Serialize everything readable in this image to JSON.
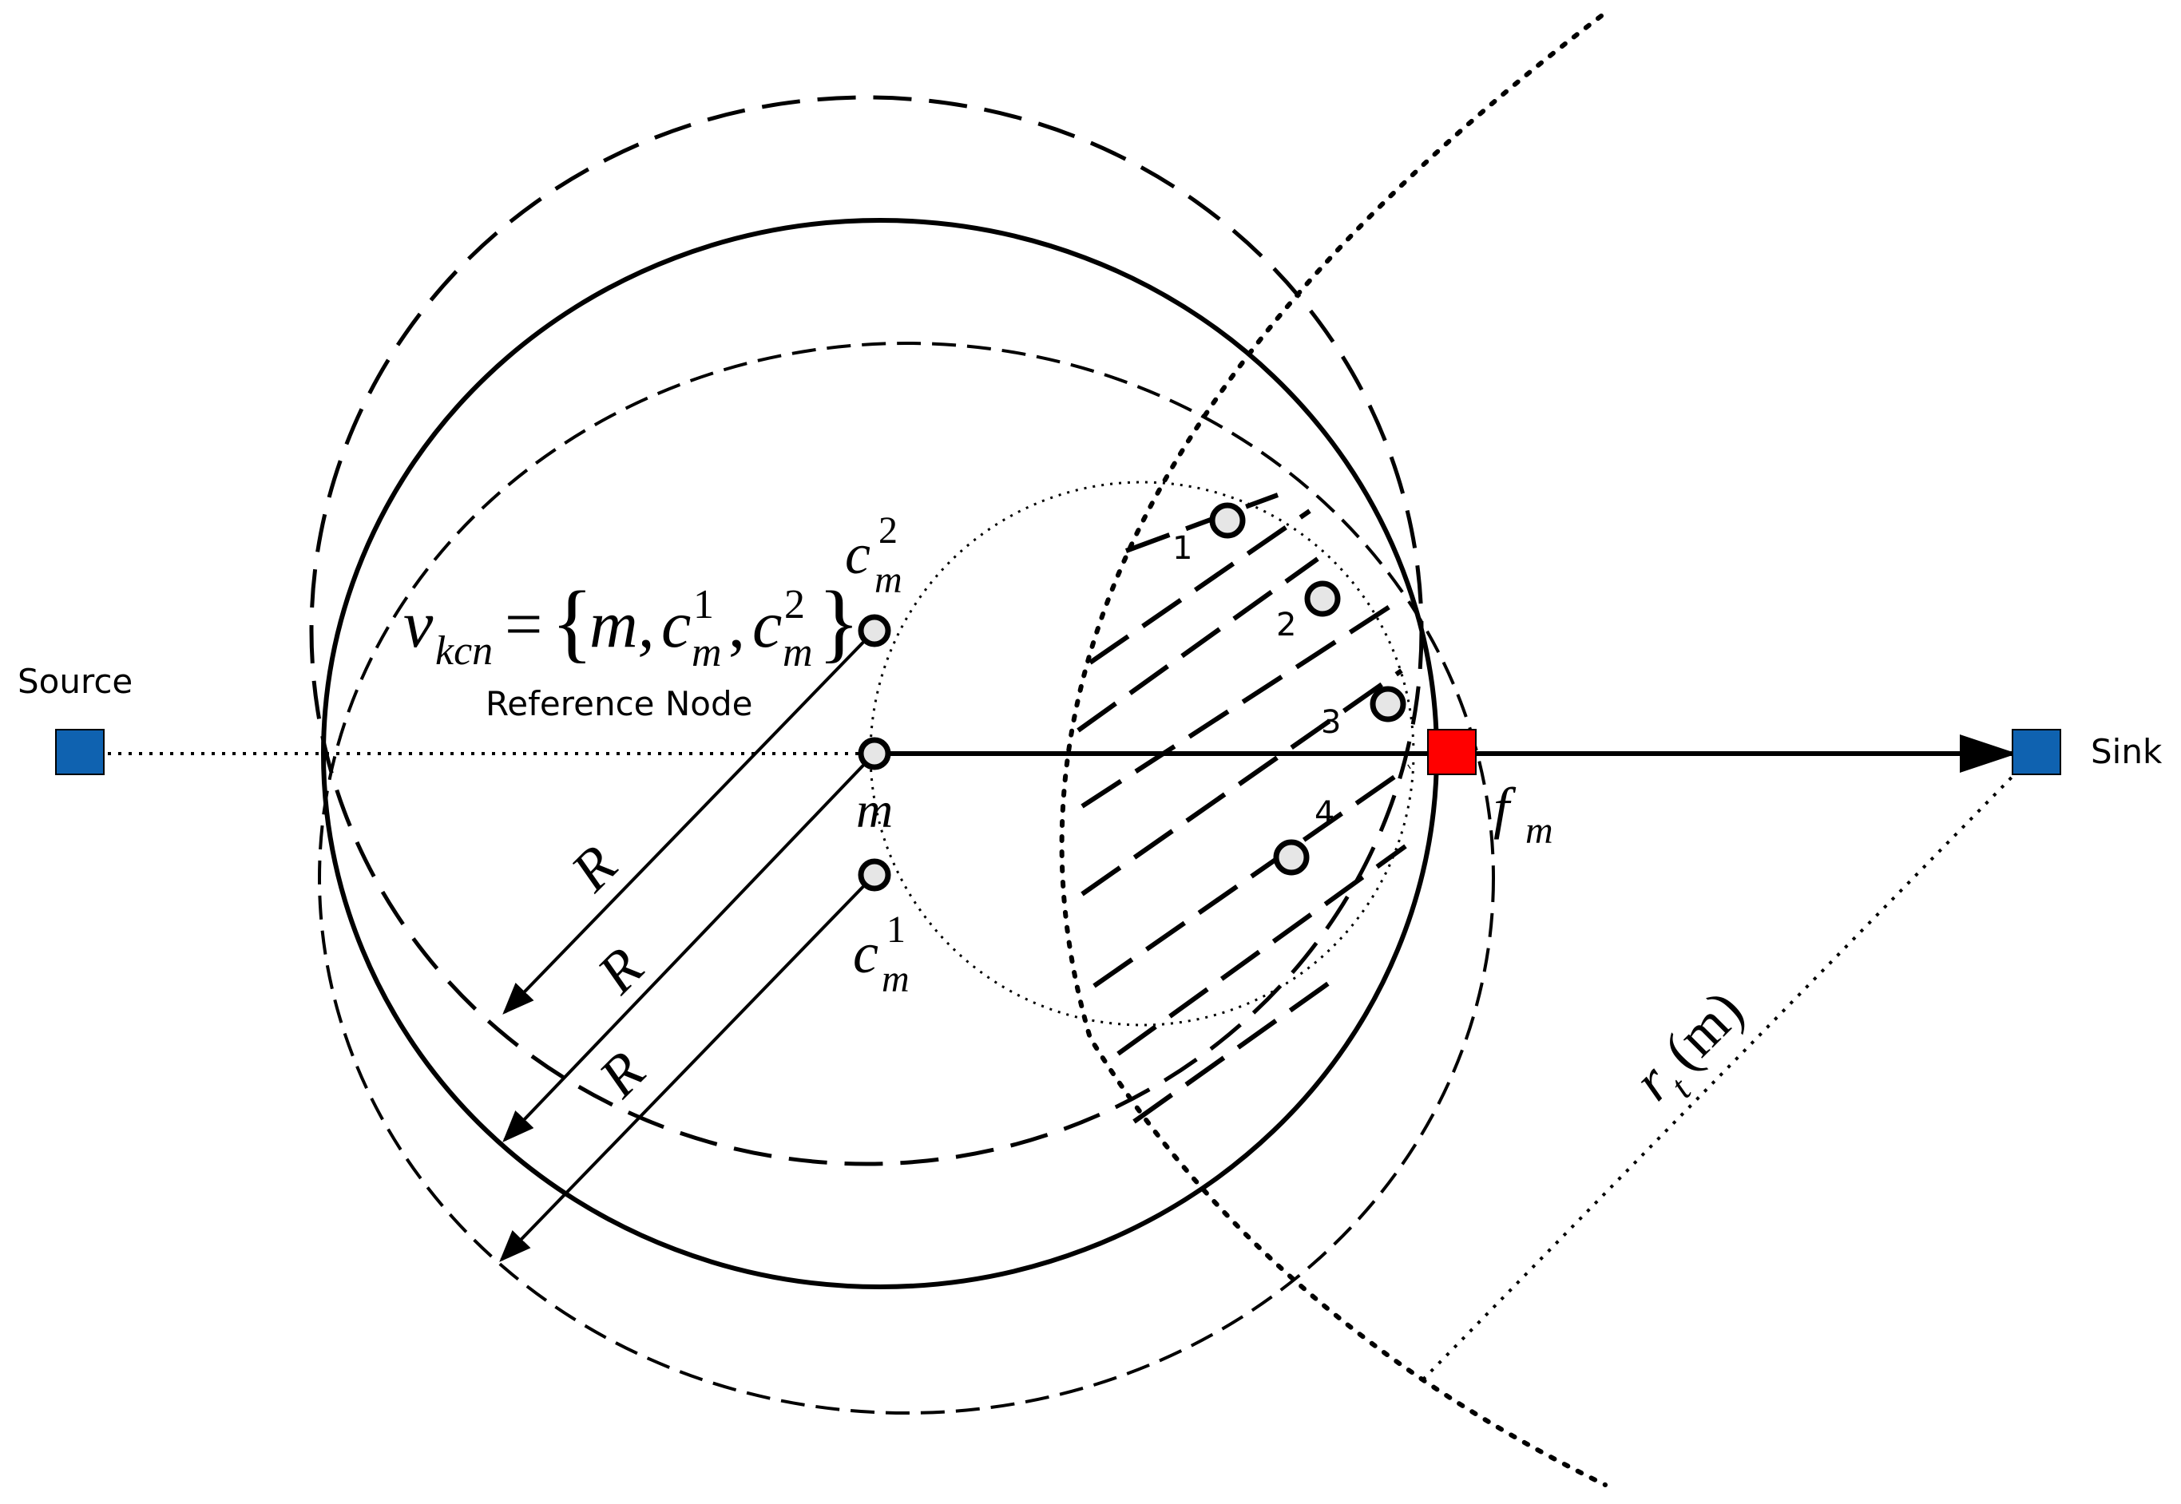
{
  "labels": {
    "source": "Source",
    "sink": "Sink",
    "reference_node": "Reference Node",
    "m": "m",
    "f": "f",
    "f_sub": "m",
    "c": "c",
    "c2_sup": "2",
    "c2_sub": "m",
    "c1_sup": "1",
    "c1_sub": "m",
    "r": "R",
    "rt_r": "r",
    "rt_sub": "t",
    "rt_arg": "(m)",
    "vkcn_v": "v",
    "vkcn_sub": "kcn",
    "vkcn_eq": "=",
    "vkcn_open": "{",
    "vkcn_m": "m,",
    "vkcn_c1": "c",
    "vkcn_c1_sup": "1",
    "vkcn_c1_sub": "m",
    "vkcn_comma": ",",
    "vkcn_c2": "c",
    "vkcn_c2_sup": "2",
    "vkcn_c2_sub": "m",
    "vkcn_close": "}"
  },
  "candidate_nodes": [
    "1",
    "2",
    "3",
    "4"
  ],
  "colors": {
    "source_sink": "#0f62b0",
    "forwarder": "#ff0000",
    "stroke": "#000000",
    "node_fill": "#e6e6e6"
  }
}
